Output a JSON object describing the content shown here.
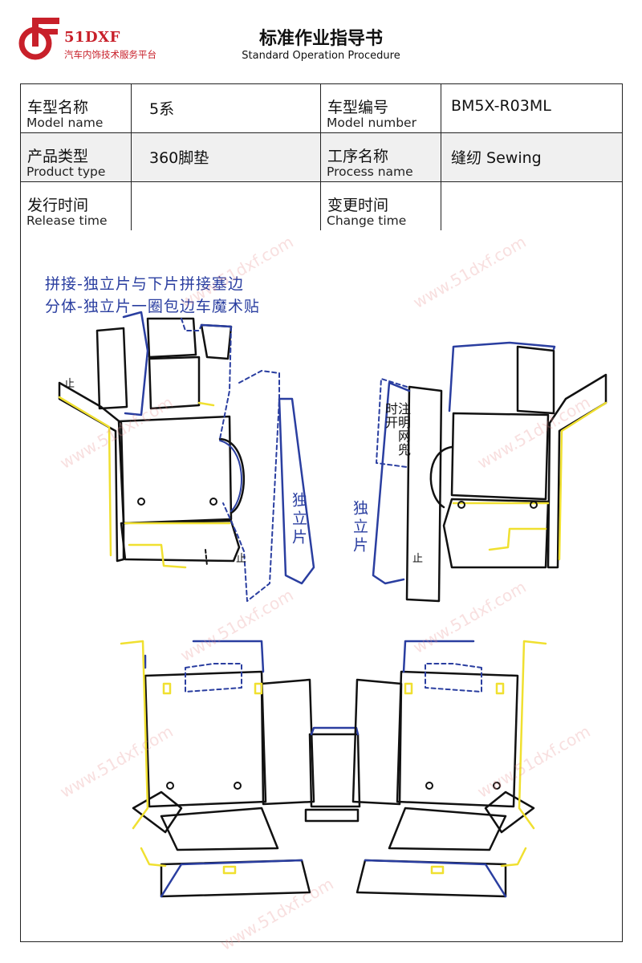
{
  "logo": {
    "name": "51DXF",
    "tagline": "汽车内饰技术服务平台",
    "icon": "51dxf-logo-icon",
    "color": "#c8202a"
  },
  "title": {
    "cn": "标准作业指导书",
    "en": "Standard Operation Procedure"
  },
  "info": {
    "model_name": {
      "cn": "车型名称",
      "en": "Model name",
      "value": "5系"
    },
    "model_number": {
      "cn": "车型编号",
      "en": "Model number",
      "value": "BM5X-R03ML"
    },
    "product_type": {
      "cn": "产品类型",
      "en": "Product type",
      "value": "360脚垫"
    },
    "process_name": {
      "cn": "工序名称",
      "en": "Process name",
      "value": "缝纫 Sewing"
    },
    "release_time": {
      "cn": "发行时间",
      "en": "Release time",
      "value": ""
    },
    "change_time": {
      "cn": "变更时间",
      "en": "Change time",
      "value": ""
    }
  },
  "drawing": {
    "note_line1": "拼接-独立片与下片拼接塞边",
    "note_line2": "分体-独立片一圈包边车魔术贴",
    "left_piece_label": "独立片",
    "right_piece_label": "独立片",
    "net_pocket_note": "注明网兜时开",
    "stop_mark": "止",
    "watermark": "www.51dxf.com",
    "colors": {
      "outline": "#111111",
      "edge_blue": "#2a3ea0",
      "edge_yellow": "#f0e030"
    }
  }
}
